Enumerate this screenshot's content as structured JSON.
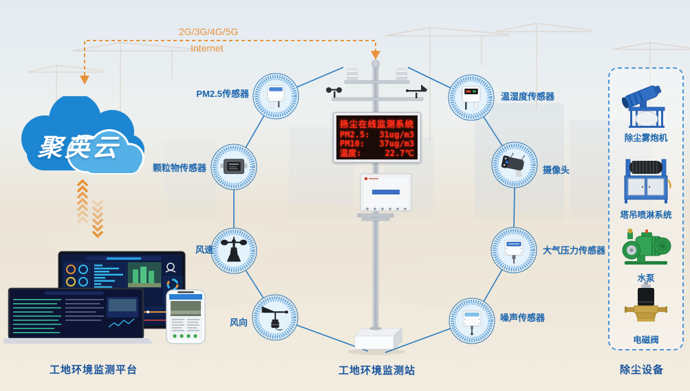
{
  "connection": {
    "network_label": "2G/3G/4G/5G",
    "internet_label": "Internet"
  },
  "cloud": {
    "name": "聚英云"
  },
  "platform": {
    "caption": "工地环境监测平台"
  },
  "station": {
    "caption": "工地环境监测站",
    "led_display": {
      "title": "扬尘在线监测系统",
      "readings": [
        {
          "label": "PM2.5:",
          "value": "31ug/m3"
        },
        {
          "label": "PM10:",
          "value": "37ug/m3"
        },
        {
          "label": "温度:",
          "value": "22.7℃"
        }
      ]
    }
  },
  "sensors": {
    "left": [
      {
        "label": "PM2.5传感器",
        "icon": "pm25-sensor-icon"
      },
      {
        "label": "颗粒物传感器",
        "icon": "particulate-sensor-icon"
      },
      {
        "label": "风速",
        "icon": "wind-speed-anemometer-icon"
      },
      {
        "label": "风向",
        "icon": "wind-vane-icon"
      }
    ],
    "right": [
      {
        "label": "温湿度传感器",
        "icon": "temp-humidity-sensor-icon"
      },
      {
        "label": "摄像头",
        "icon": "camera-icon"
      },
      {
        "label": "大气压力传感器",
        "icon": "pressure-sensor-icon"
      },
      {
        "label": "噪声传感器",
        "icon": "noise-sensor-icon"
      }
    ]
  },
  "equipment": {
    "caption": "除尘设备",
    "items": [
      {
        "label": "除尘雾炮机",
        "icon": "fog-cannon-icon"
      },
      {
        "label": "塔吊喷淋系统",
        "icon": "spray-system-icon"
      },
      {
        "label": "水泵",
        "icon": "water-pump-icon"
      },
      {
        "label": "电磁阀",
        "icon": "solenoid-valve-icon"
      }
    ]
  },
  "colors": {
    "accent_blue": "#2b7bc0",
    "label_blue": "#1a64ad",
    "caption_blue": "#19549c",
    "orange": "#e8923a",
    "led_red": "#ff2e1a",
    "cloud_blue": "#1d86d2",
    "cloud_light_blue": "#55b0e7"
  }
}
